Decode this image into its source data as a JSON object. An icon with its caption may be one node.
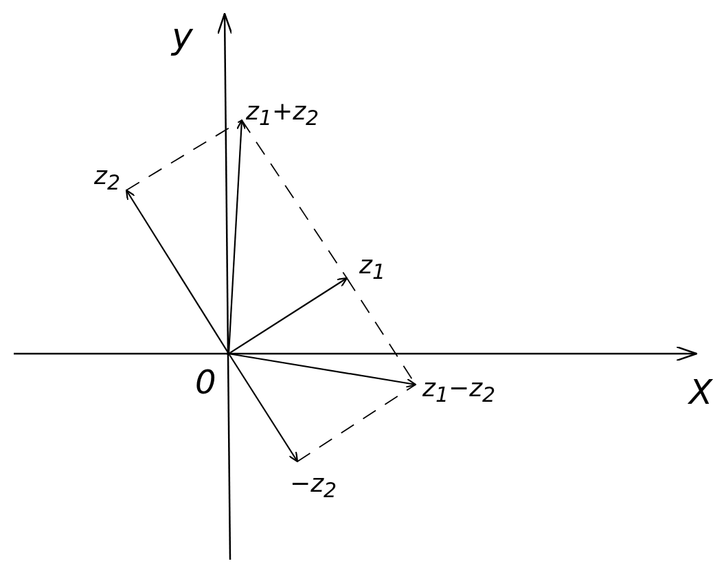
{
  "diagram": {
    "nodes": [
      {
        "text": [
          "z$_{1}$+z$_{2}$"
        ]
      },
      {
        "text": [
          "z$_{2}$"
        ]
      },
      {
        "text": [
          "z$_{1}$"
        ]
      },
      {
        "text": [],
        "shape": "point"
      },
      {
        "text": [
          "z$_{1}$−z$_{2}$"
        ]
      },
      {
        "text": [
          "−z$_{2}$"
        ]
      }
    ],
    "edges": [
      {
        "from": 3,
        "to": 2,
        "arrow": "to"
      },
      {
        "from": 3,
        "to": 1,
        "arrow": "to"
      },
      {
        "from": 3,
        "to": 0,
        "arrow": "to"
      },
      {
        "from": 3,
        "to": 4,
        "arrow": "to"
      },
      {
        "from": 3,
        "to": 5,
        "arrow": "to"
      },
      {
        "from": 1,
        "to": 0,
        "arrow": "none",
        "style": "dashed"
      },
      {
        "from": 0,
        "to": 2,
        "arrow": "none",
        "style": "dashed"
      },
      {
        "from": 2,
        "to": 4,
        "arrow": "none",
        "style": "dashed"
      },
      {
        "from": 5,
        "to": 4,
        "arrow": "none",
        "style": "dashed"
      }
    ],
    "labels": [
      "y",
      "0",
      "X"
    ]
  }
}
